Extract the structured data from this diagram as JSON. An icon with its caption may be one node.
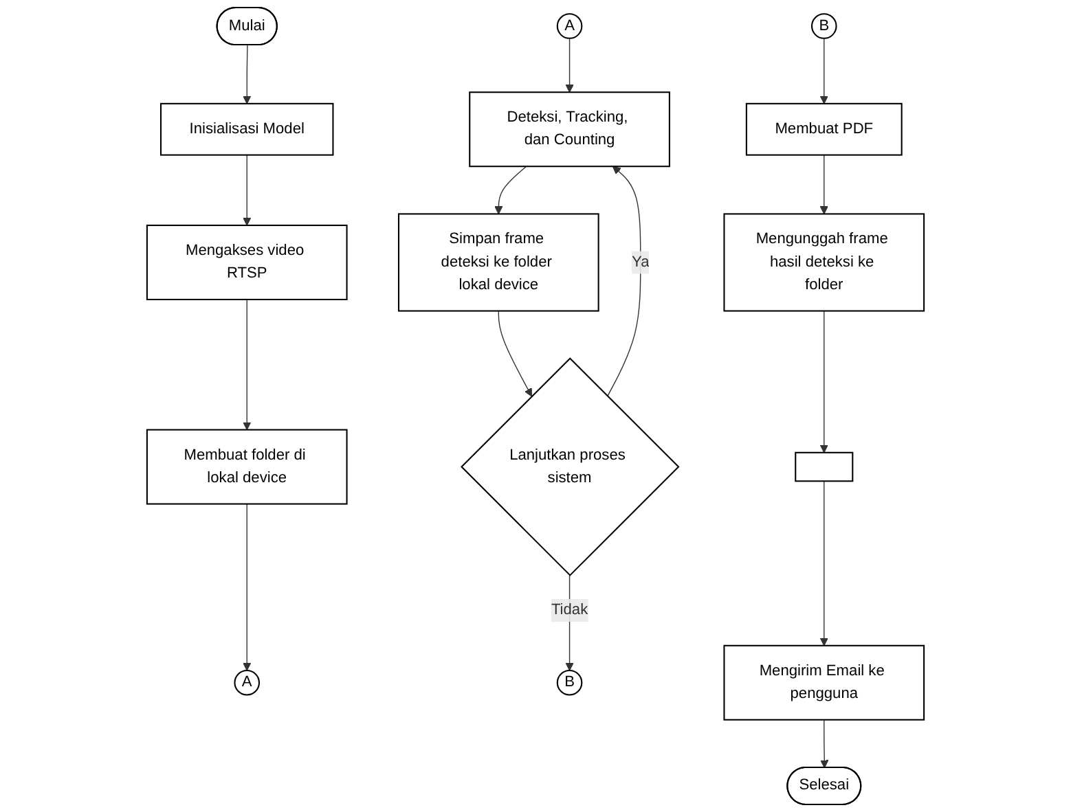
{
  "diagram": {
    "nodes": [
      {
        "text": [
          "Mulai"
        ]
      },
      {
        "text": [
          "Inisialisasi Model"
        ]
      },
      {
        "text": [
          "Mengakses video RTSP"
        ]
      },
      {
        "text": [
          "Membuat folder di lokal device"
        ]
      },
      {
        "text": [
          "A"
        ]
      },
      {
        "text": [
          "A"
        ]
      },
      {
        "text": [
          "Deteksi, Tracking, dan Counting"
        ]
      },
      {
        "text": [
          "Simpan frame deteksi ke folder lokal device"
        ]
      },
      {
        "text": [
          "Lanjutkan proses sistem"
        ]
      },
      {
        "text": [
          "B"
        ]
      },
      {
        "text": [
          "B"
        ]
      },
      {
        "text": [
          "Membuat PDF"
        ]
      },
      {
        "text": [
          "Mengunggah frame hasil deteksi ke folder"
        ]
      },
      {
        "text": [],
        "shape": "box"
      },
      {
        "text": [
          "Mengirim Email ke pengguna"
        ]
      },
      {
        "text": [
          "Selesai"
        ]
      }
    ],
    "edges": [
      {
        "from": 0,
        "to": 1,
        "arrow": "to"
      },
      {
        "from": 1,
        "to": 2,
        "arrow": "to"
      },
      {
        "from": 2,
        "to": 3,
        "arrow": "to"
      },
      {
        "from": 3,
        "to": 4,
        "arrow": "to"
      },
      {
        "from": 5,
        "to": 6,
        "arrow": "to"
      },
      {
        "from": 6,
        "to": 7,
        "arrow": "to"
      },
      {
        "from": 7,
        "to": 8,
        "arrow": "to"
      },
      {
        "from": 8,
        "to": 6,
        "arrow": "to",
        "label": "Ya"
      },
      {
        "from": 8,
        "to": 9,
        "arrow": "to",
        "label": "Tidak"
      },
      {
        "from": 10,
        "to": 11,
        "arrow": "to"
      },
      {
        "from": 11,
        "to": 12,
        "arrow": "to"
      },
      {
        "from": 12,
        "to": 13,
        "arrow": "to"
      },
      {
        "from": 13,
        "to": 14,
        "arrow": "to"
      },
      {
        "from": 14,
        "to": 15,
        "arrow": "to"
      }
    ]
  }
}
